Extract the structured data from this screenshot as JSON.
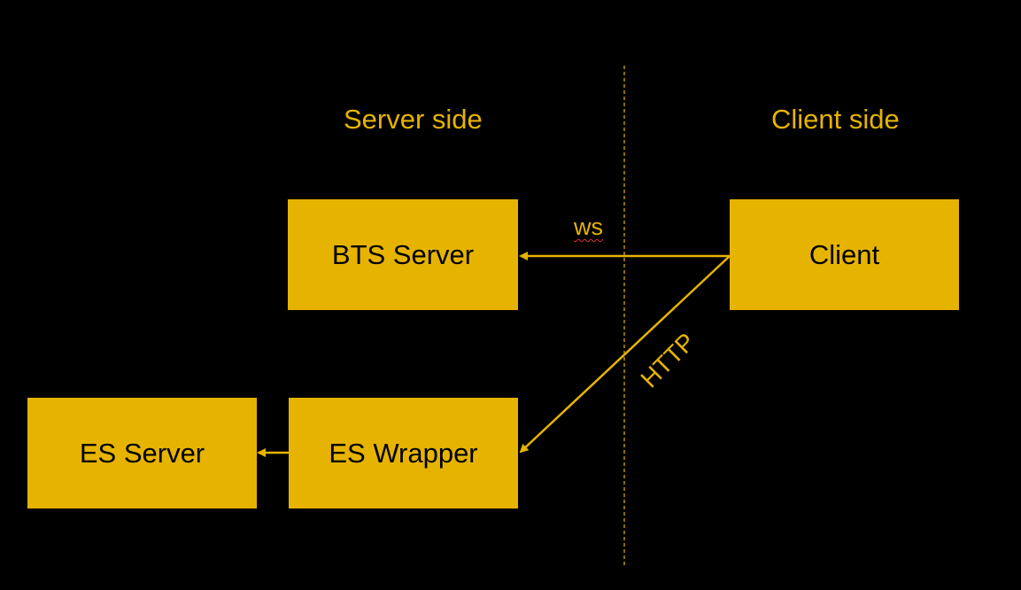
{
  "diagram": {
    "sections": {
      "server_side": "Server side",
      "client_side": "Client side"
    },
    "nodes": {
      "bts_server": "BTS Server",
      "client": "Client",
      "es_server": "ES Server",
      "es_wrapper": "ES Wrapper"
    },
    "edges": [
      {
        "from": "Client",
        "to": "BTS Server",
        "label": "ws"
      },
      {
        "from": "Client",
        "to": "ES Wrapper",
        "label": "HTTP"
      },
      {
        "from": "ES Wrapper",
        "to": "ES Server",
        "label": ""
      }
    ],
    "colors": {
      "background": "#000000",
      "accent": "#E6B400",
      "node_text": "#000000"
    },
    "divider": "dashed"
  }
}
